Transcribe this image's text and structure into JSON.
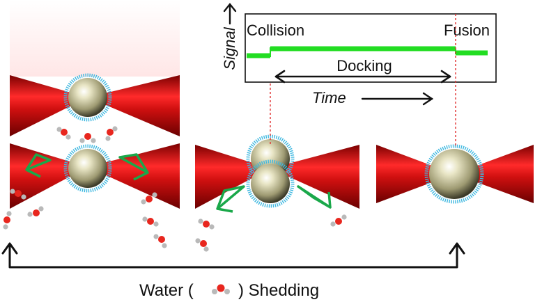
{
  "inset": {
    "axis_y": "Signal",
    "axis_x": "Time",
    "event_collision": "Collision",
    "event_fusion": "Fusion",
    "phase_docking": "Docking"
  },
  "caption": {
    "prefix": "Water (",
    "suffix": ") Shedding"
  },
  "colors": {
    "trap": "#cc1111",
    "signal": "#22dd22",
    "arrow_green": "#1aa84a",
    "droplet": "#d8d3a8",
    "shell": "#3fb8e0",
    "water_o": "#e8261e",
    "water_h": "#b9b9b9"
  }
}
